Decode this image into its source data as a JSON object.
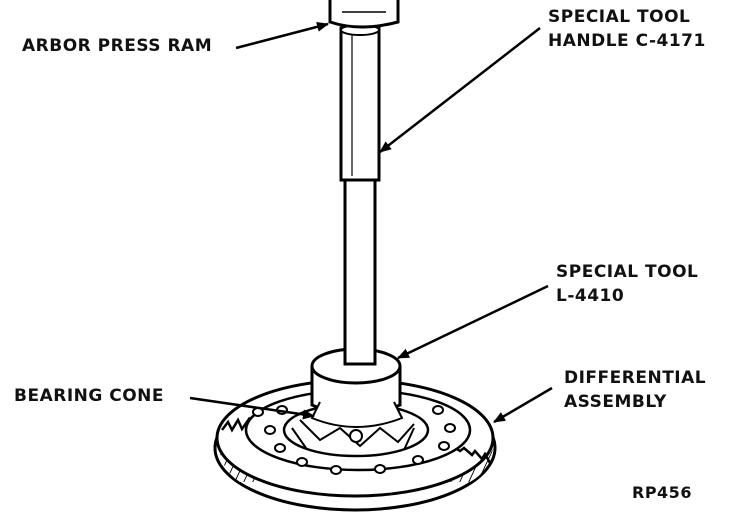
{
  "labels": {
    "arbor_press_ram": "ARBOR PRESS RAM",
    "handle_line1": "SPECIAL TOOL",
    "handle_line2": "HANDLE C-4171",
    "tool_line1": "SPECIAL TOOL",
    "tool_line2": "L-4410",
    "bearing_cone": "BEARING CONE",
    "diff_line1": "DIFFERENTIAL",
    "diff_line2": "ASSEMBLY"
  },
  "figure_ref": "RP456"
}
